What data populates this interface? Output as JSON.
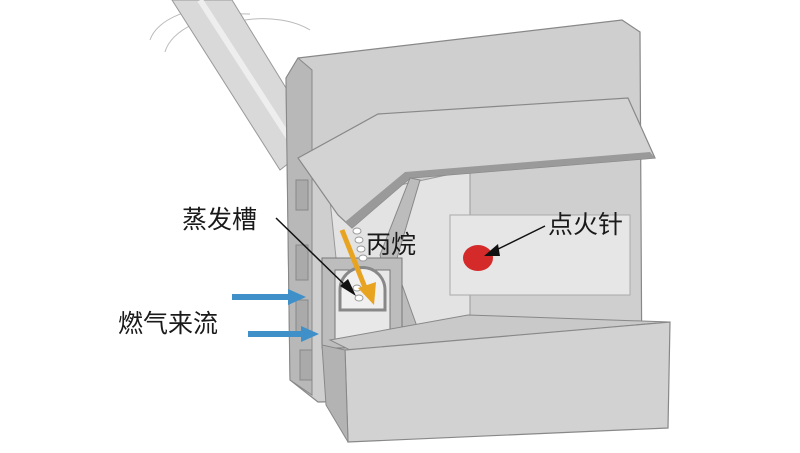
{
  "labels": {
    "evaporation_groove": "蒸发槽",
    "propane": "丙烷",
    "igniter": "点火针",
    "gas_inflow": "燃气来流"
  },
  "colors": {
    "propane_arrow": "#e8a320",
    "gas_arrow": "#3f8fc9",
    "igniter": "#d42a2a",
    "metal_light": "#d6d6d6",
    "metal_dark": "#8a8a8a"
  }
}
